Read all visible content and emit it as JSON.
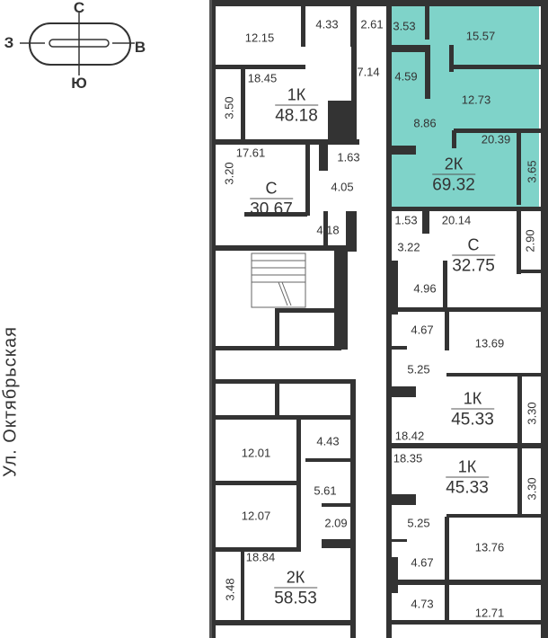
{
  "compass": {
    "north": "С",
    "south": "Ю",
    "west": "З",
    "east": "В"
  },
  "street": "Ул. Октябрьская",
  "colors": {
    "highlight": "#7fd3c9",
    "wall": "#333333"
  },
  "rooms": {
    "r1215": "12.15",
    "r433": "4.33",
    "r261": "2.61",
    "r714": "7.14",
    "r1845": "18.45",
    "r350": "3.50",
    "r1761": "17.61",
    "r163": "1.63",
    "r320": "3.20",
    "r405": "4.05",
    "r418": "4.18",
    "r353": "3.53",
    "r1557": "15.57",
    "r459": "4.59",
    "r1273": "12.73",
    "r886": "8.86",
    "r2039": "20.39",
    "r365": "3.65",
    "r153": "1.53",
    "r2014": "20.14",
    "r322": "3.22",
    "r290": "2.90",
    "r496": "4.96",
    "r467a": "4.67",
    "r1369": "13.69",
    "r525a": "5.25",
    "r330a": "3.30",
    "r1842": "18.42",
    "r1835": "18.35",
    "r330b": "3.30",
    "r525b": "5.25",
    "r1376": "13.76",
    "r467b": "4.67",
    "r473": "4.73",
    "r1271": "12.71",
    "r1201": "12.01",
    "r443": "4.43",
    "r561": "5.61",
    "r1207": "12.07",
    "r209": "2.09",
    "r1884": "18.84",
    "r348": "3.48"
  },
  "apartments": [
    {
      "type": "1К",
      "area": "48.18"
    },
    {
      "type": "С",
      "area": "30.67"
    },
    {
      "type": "2К",
      "area": "69.32",
      "highlighted": true
    },
    {
      "type": "С",
      "area": "32.75"
    },
    {
      "type": "1К",
      "area": "45.33"
    },
    {
      "type": "1К",
      "area": "45.33"
    },
    {
      "type": "2К",
      "area": "58.53"
    }
  ]
}
